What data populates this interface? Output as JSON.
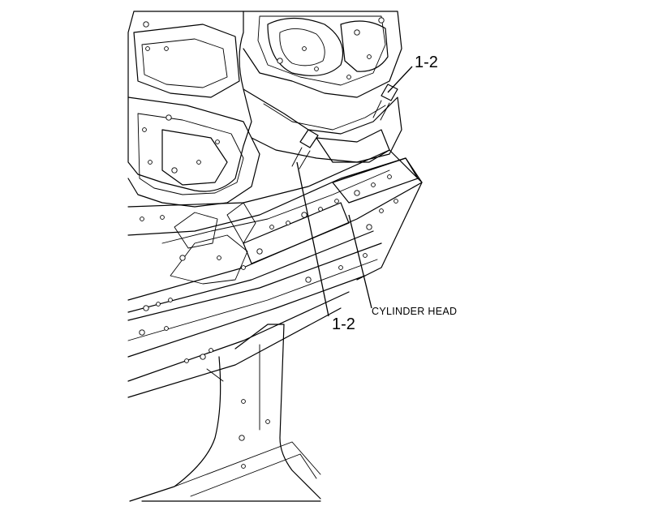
{
  "callouts": {
    "top_right": "1-2",
    "bottom_center": "1-2",
    "cylinder_head": "CYLINDER HEAD"
  },
  "colors": {
    "line": "#000000",
    "background": "#ffffff"
  }
}
